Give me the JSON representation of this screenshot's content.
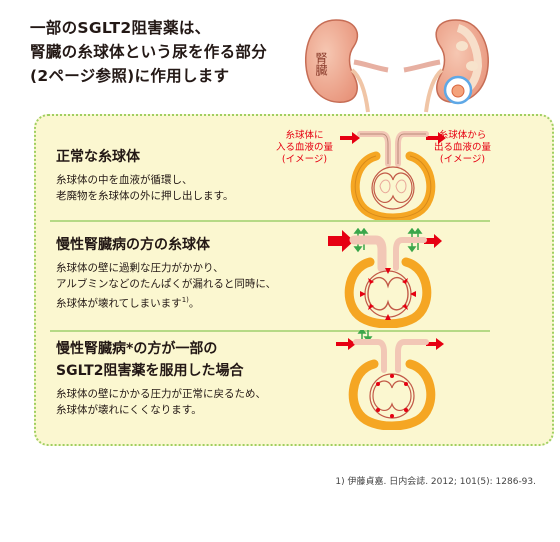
{
  "headline": {
    "line1": "一部のSGLT2阻害薬は、",
    "line2": "腎臓の糸球体という尿を作る部分",
    "line3": "(2ページ参照)に作用します"
  },
  "kidney_label": "腎臓",
  "callouts": {
    "inflow": [
      "糸球体に",
      "入る血液の量",
      "(イメージ)"
    ],
    "outflow": [
      "糸球体から",
      "出る血液の量",
      "(イメージ)"
    ]
  },
  "sections": [
    {
      "title": "正常な糸球体",
      "body": [
        "糸球体の中を血液が循環し、",
        "老廃物を糸球体の外に押し出します。"
      ],
      "note": ""
    },
    {
      "title": "慢性腎臓病の方の糸球体",
      "body": [
        "糸球体の壁に過剰な圧力がかかり、",
        "アルブミンなどのたんぱくが漏れると同時に、",
        "糸球体が壊れてしまいます"
      ],
      "note": "1)",
      "tail": "。"
    },
    {
      "title_lines": [
        "慢性腎臓病*の方が一部の",
        "SGLT2阻害薬を服用した場合"
      ],
      "body": [
        "糸球体の壁にかかる圧力が正常に戻るため、",
        "糸球体が壊れにくくなります。"
      ]
    }
  ],
  "footnote": "1) 伊藤貞嘉. 日内会誌. 2012; 101(5): 1286-93.",
  "colors": {
    "panel_bg": "#fbf7d0",
    "panel_border": "#9fcf62",
    "arrow_red": "#e60012",
    "leak_green": "#3aa64a",
    "capsule_orange": "#f5a623",
    "vessel_pink": "#f2c7b6"
  }
}
